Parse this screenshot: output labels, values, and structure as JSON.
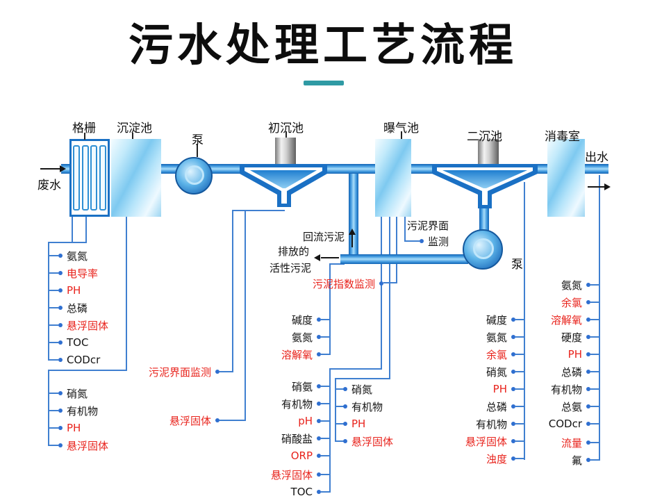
{
  "title": "污水处理工艺流程",
  "colors": {
    "accent_teal": "#2f9aa4",
    "pipe_blue": "#1a70c4",
    "line_blue": "#3f7fd0",
    "red": "#e8231c",
    "black": "#141414"
  },
  "stages": {
    "waste_in": "废水",
    "grid": "格栅",
    "sediment": "沉淀池",
    "pump_top": "泵",
    "primary": "初沉池",
    "aeration": "曝气池",
    "secondary": "二沉池",
    "disinfect": "消毒室",
    "out": "出水",
    "pump_bottom": "泵"
  },
  "notes": {
    "return_sludge": "回流污泥",
    "discharge_1": "排放的",
    "discharge_2": "活性污泥",
    "sludge_index": "污泥指数监测",
    "interface_left": "污泥界面监测",
    "interface_1": "污泥界面",
    "interface_2": "监测",
    "ss_mid": "悬浮固体"
  },
  "groups": {
    "g1": [
      {
        "label": "氨氮",
        "color": "black"
      },
      {
        "label": "电导率",
        "color": "red"
      },
      {
        "label": "PH",
        "color": "red"
      },
      {
        "label": "总磷",
        "color": "black"
      },
      {
        "label": "悬浮固体",
        "color": "red"
      },
      {
        "label": "TOC",
        "color": "black"
      },
      {
        "label": "CODcr",
        "color": "black"
      }
    ],
    "g2": [
      {
        "label": "硝氮",
        "color": "black"
      },
      {
        "label": "有机物",
        "color": "black"
      },
      {
        "label": "PH",
        "color": "red"
      },
      {
        "label": "悬浮固体",
        "color": "red"
      }
    ],
    "g3": [
      {
        "label": "碱度",
        "color": "black"
      },
      {
        "label": "氨氮",
        "color": "black"
      },
      {
        "label": "溶解氧",
        "color": "red"
      }
    ],
    "g4": [
      {
        "label": "硝氨",
        "color": "black"
      },
      {
        "label": "有机物",
        "color": "black"
      },
      {
        "label": "pH",
        "color": "red"
      },
      {
        "label": "硝酸盐",
        "color": "black"
      },
      {
        "label": "ORP",
        "color": "red"
      },
      {
        "label": "悬浮固体",
        "color": "red"
      },
      {
        "label": "TOC",
        "color": "black"
      }
    ],
    "g5": [
      {
        "label": "硝氮",
        "color": "black"
      },
      {
        "label": "有机物",
        "color": "black"
      },
      {
        "label": "PH",
        "color": "red"
      },
      {
        "label": "悬浮固体",
        "color": "red"
      }
    ],
    "g6": [
      {
        "label": "碱度",
        "color": "black"
      },
      {
        "label": "氨氮",
        "color": "black"
      },
      {
        "label": "余氯",
        "color": "red"
      },
      {
        "label": "硝氮",
        "color": "black"
      },
      {
        "label": "PH",
        "color": "red"
      },
      {
        "label": "总磷",
        "color": "black"
      },
      {
        "label": "有机物",
        "color": "black"
      },
      {
        "label": "悬浮固体",
        "color": "red"
      },
      {
        "label": "浊度",
        "color": "red"
      }
    ],
    "g7": [
      {
        "label": "氨氮",
        "color": "black"
      },
      {
        "label": "余氯",
        "color": "red"
      },
      {
        "label": "溶解氧",
        "color": "red"
      },
      {
        "label": "硬度",
        "color": "black"
      },
      {
        "label": "PH",
        "color": "red"
      },
      {
        "label": "总磷",
        "color": "black"
      },
      {
        "label": "有机物",
        "color": "black"
      },
      {
        "label": "总氨",
        "color": "black"
      },
      {
        "label": "CODcr",
        "color": "black"
      },
      {
        "label": "流量",
        "color": "red"
      },
      {
        "label": "氟",
        "color": "black"
      }
    ]
  }
}
